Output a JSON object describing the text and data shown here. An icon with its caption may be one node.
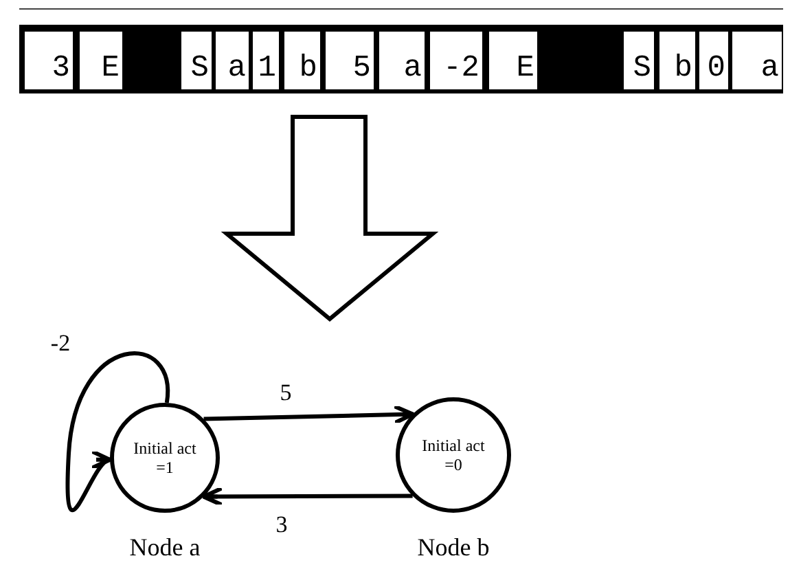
{
  "diagram": {
    "nodes": [
      {
        "text": [
          "Initial act =1"
        ],
        "beside": [
          "Node a"
        ]
      },
      {
        "text": [
          "Initial act =0"
        ],
        "beside": [
          "Node b"
        ]
      }
    ],
    "edges": [
      {
        "from": 0,
        "to": 0,
        "arrow": "to",
        "label": "-2"
      },
      {
        "from": 0,
        "to": 1,
        "arrow": "to",
        "label": "5"
      },
      {
        "from": 1,
        "to": 0,
        "arrow": "to",
        "label": "3"
      }
    ],
    "labels": [
      "3",
      "E",
      "S",
      "a",
      "1",
      "b",
      "5",
      "a",
      "-2",
      "E",
      "S",
      "b",
      "0",
      "a"
    ]
  }
}
